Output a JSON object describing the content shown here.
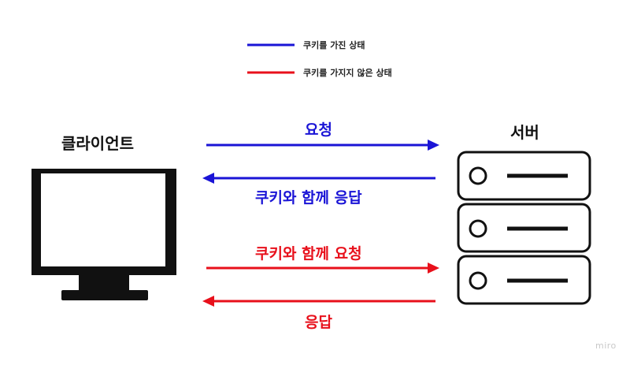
{
  "legend": {
    "items": [
      {
        "label": "쿠키를 가진 상태",
        "color": "#1a14d6"
      },
      {
        "label": "쿠키를 가지지 않은 상태",
        "color": "#e8101b"
      }
    ]
  },
  "client": {
    "title": "클라이언트",
    "icon": "monitor-icon"
  },
  "server": {
    "title": "서버",
    "icon": "server-rack-icon"
  },
  "arrows": [
    {
      "label": "요청",
      "color": "#1a14d6",
      "direction": "right"
    },
    {
      "label": "쿠키와 함께 응답",
      "color": "#1a14d6",
      "direction": "left"
    },
    {
      "label": "쿠키와 함께 요청",
      "color": "#e8101b",
      "direction": "right"
    },
    {
      "label": "응답",
      "color": "#e8101b",
      "direction": "left"
    }
  ],
  "watermark": "miro"
}
